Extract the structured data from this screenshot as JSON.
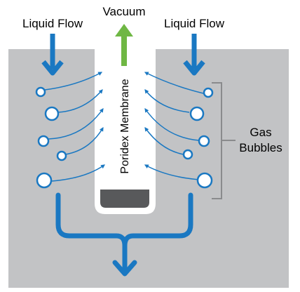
{
  "labels": {
    "vacuum": "Vacuum",
    "liquid_flow_left": "Liquid Flow",
    "liquid_flow_right": "Liquid Flow",
    "membrane": "Poridex Membrane",
    "gas_line1": "Gas",
    "gas_line2": "Bubbles"
  },
  "colors": {
    "tank": "#c2c3c5",
    "flow": "#1a78c2",
    "vacuum": "#6fb744",
    "membrane_tube": "#ffffff",
    "base": "#58595b",
    "bracket": "#8a8b8d",
    "bubble_fill": "#ffffff"
  },
  "icons": {
    "vacuum": "up-arrow-icon",
    "liquid_flow": "down-arrow-icon",
    "outlet": "merge-arrow-icon"
  }
}
